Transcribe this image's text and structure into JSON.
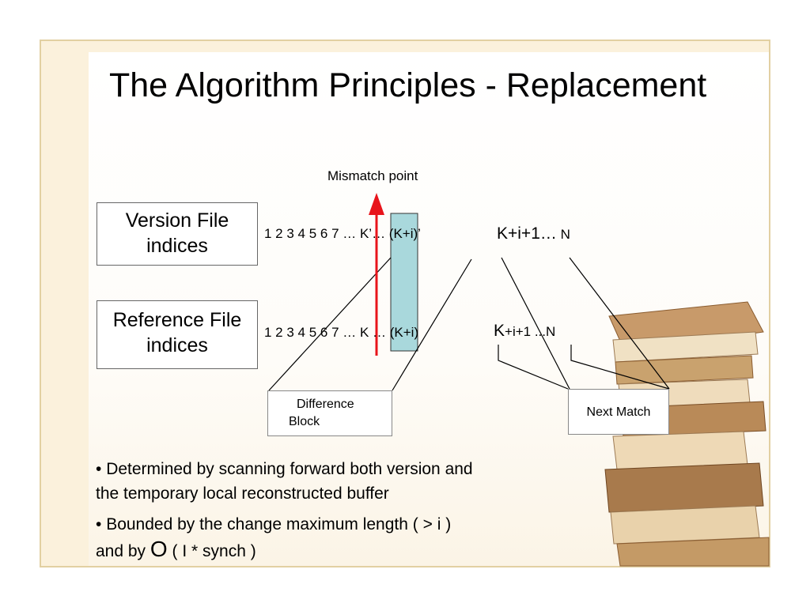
{
  "title": "The Algorithm Principles - Replacement",
  "mismatch_label": "Mismatch point",
  "version_box": {
    "line1": "Version File",
    "line2": "indices"
  },
  "reference_box": {
    "line1": "Reference File",
    "line2": "indices"
  },
  "version_seq": {
    "part1": "1 2 3 4 5 6 7  …  K’… (K+i)’",
    "part2": "K+i+1…",
    "part3": "N"
  },
  "reference_seq": {
    "part1": "1 2 3 4 5 6 7 …  K … (K+i)",
    "part2_k": "K",
    "part2_rest": "+i+1 ...N"
  },
  "difference_block": {
    "line1": "Difference",
    "line2": "Block"
  },
  "next_match": "Next Match",
  "bullets": {
    "b1_prefix": "• ",
    "b1_line1": "Determined by scanning forward both version and",
    "b1_line2": "the temporary local reconstructed buffer",
    "b2_prefix": "•  ",
    "b2_line1": "Bounded by the change maximum length ( > i )",
    "b2_line2_pre": "and by ",
    "b2_big_o": "O",
    "b2_line2_post": " ( I * synch )"
  },
  "colors": {
    "arrow": "#e8141b",
    "highlight_fill": "#a9d8dc",
    "highlight_stroke": "#333333",
    "frame": "#e2d0a2"
  }
}
